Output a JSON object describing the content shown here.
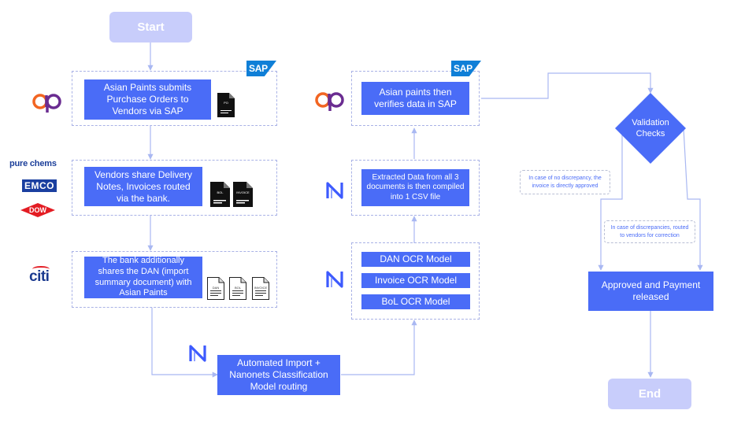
{
  "terminals": {
    "start": "Start",
    "end": "End"
  },
  "steps": {
    "submit_po": "Asian Paints submits Purchase Orders to Vendors via SAP",
    "vendors_share": "Vendors share Delivery Notes, Invoices routed via the bank.",
    "bank_shares": "The bank additionally shares the DAN (import summary document) with Asian Paints",
    "automated_import": "Automated Import + Nanonets Classification Model routing",
    "dan_ocr": "DAN OCR Model",
    "invoice_ocr": "Invoice OCR Model",
    "bol_ocr": "BoL OCR Model",
    "extracted_data": "Extracted Data from all 3 documents  is then compiled into 1 CSV file",
    "verify_sap": "Asian paints then verifies data in SAP",
    "validation": "Validation Checks",
    "approved": "Approved and Payment released"
  },
  "notes": {
    "no_discrepancy": "In case of no discrepancy, the invoice is directly approved",
    "discrepancy": "In case of discrepancies, routed to vendors for correction"
  },
  "documents": {
    "po": "PO",
    "bol": "BOL",
    "invoice": "INVOICE",
    "dan": "DAN"
  },
  "logos": {
    "sap": "SAP",
    "pure_chems": "pure chems",
    "emco": "EMCO",
    "dow": "DOW",
    "citi": "citi"
  },
  "colors": {
    "box": "#4a6cf7",
    "terminal": "#c8cdfb",
    "connector": "#a9b8f2",
    "dashed_border": "#a9b2e6",
    "nanonets": "#3d5afe",
    "asian_paints_orange": "#f26522",
    "asian_paints_purple": "#6a2c91"
  }
}
